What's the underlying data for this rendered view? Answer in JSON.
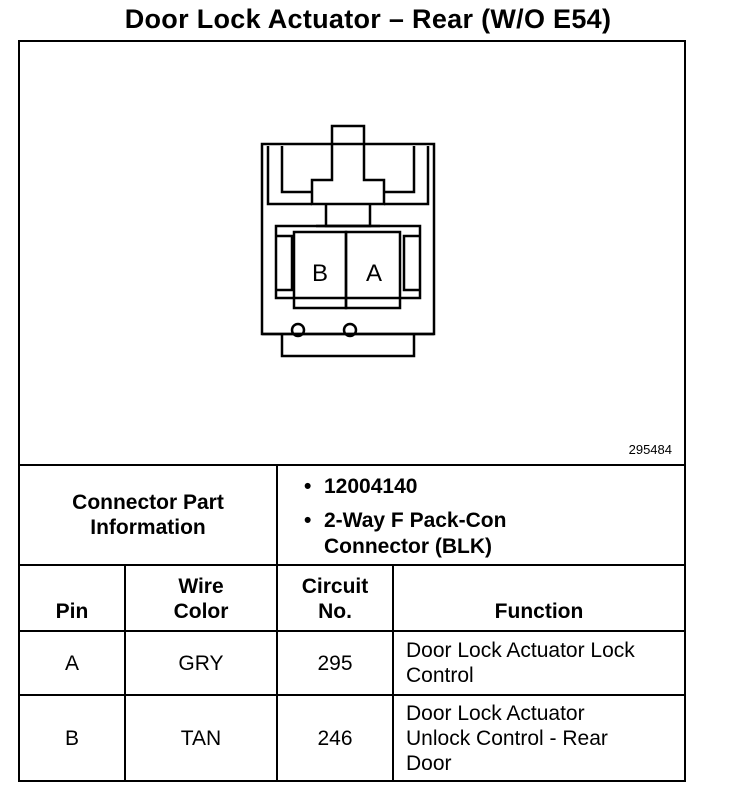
{
  "title": "Door Lock Actuator – Rear (W/O E54)",
  "figure": {
    "part_number": "295484",
    "pin_labels": [
      "B",
      "A"
    ]
  },
  "connector_info": {
    "label": "Connector Part Information",
    "items": [
      "12004140",
      "2-Way F Pack-Con Connector (BLK)"
    ]
  },
  "table": {
    "headers": [
      "Pin",
      "Wire Color",
      "Circuit No.",
      "Function"
    ],
    "rows": [
      {
        "pin": "A",
        "color": "GRY",
        "circuit": "295",
        "function": "Door Lock Actuator Lock Control"
      },
      {
        "pin": "B",
        "color": "TAN",
        "circuit": "246",
        "function": "Door Lock Actuator Unlock Control - Rear Door"
      }
    ]
  }
}
